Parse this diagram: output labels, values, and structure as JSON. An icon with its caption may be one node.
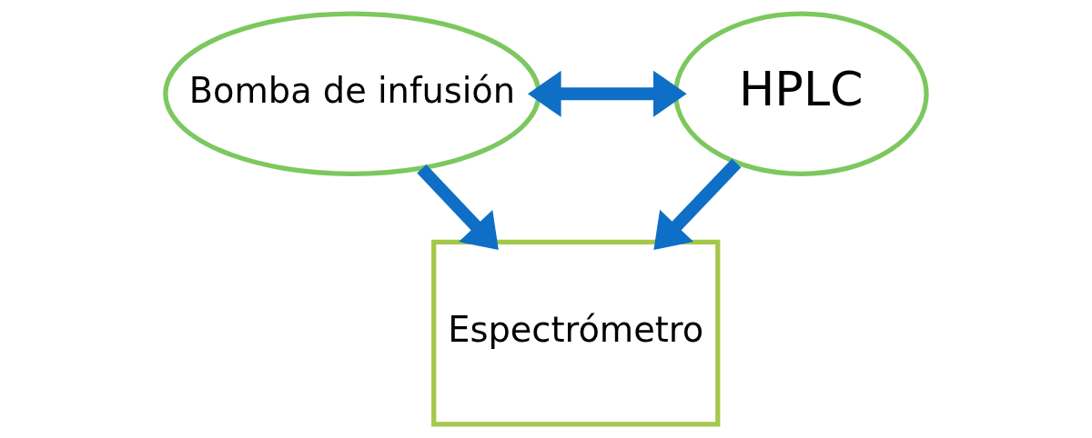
{
  "diagram": {
    "nodes": [
      {
        "text": [
          "Bomba de infusión"
        ]
      },
      {
        "text": [
          "HPLC"
        ]
      },
      {
        "text": [
          "Espectrómetro"
        ]
      }
    ],
    "edges": [
      {
        "from": 0,
        "to": 1,
        "arrow": "both"
      },
      {
        "from": 0,
        "to": 2,
        "arrow": "to"
      },
      {
        "from": 1,
        "to": 2,
        "arrow": "to"
      }
    ]
  }
}
